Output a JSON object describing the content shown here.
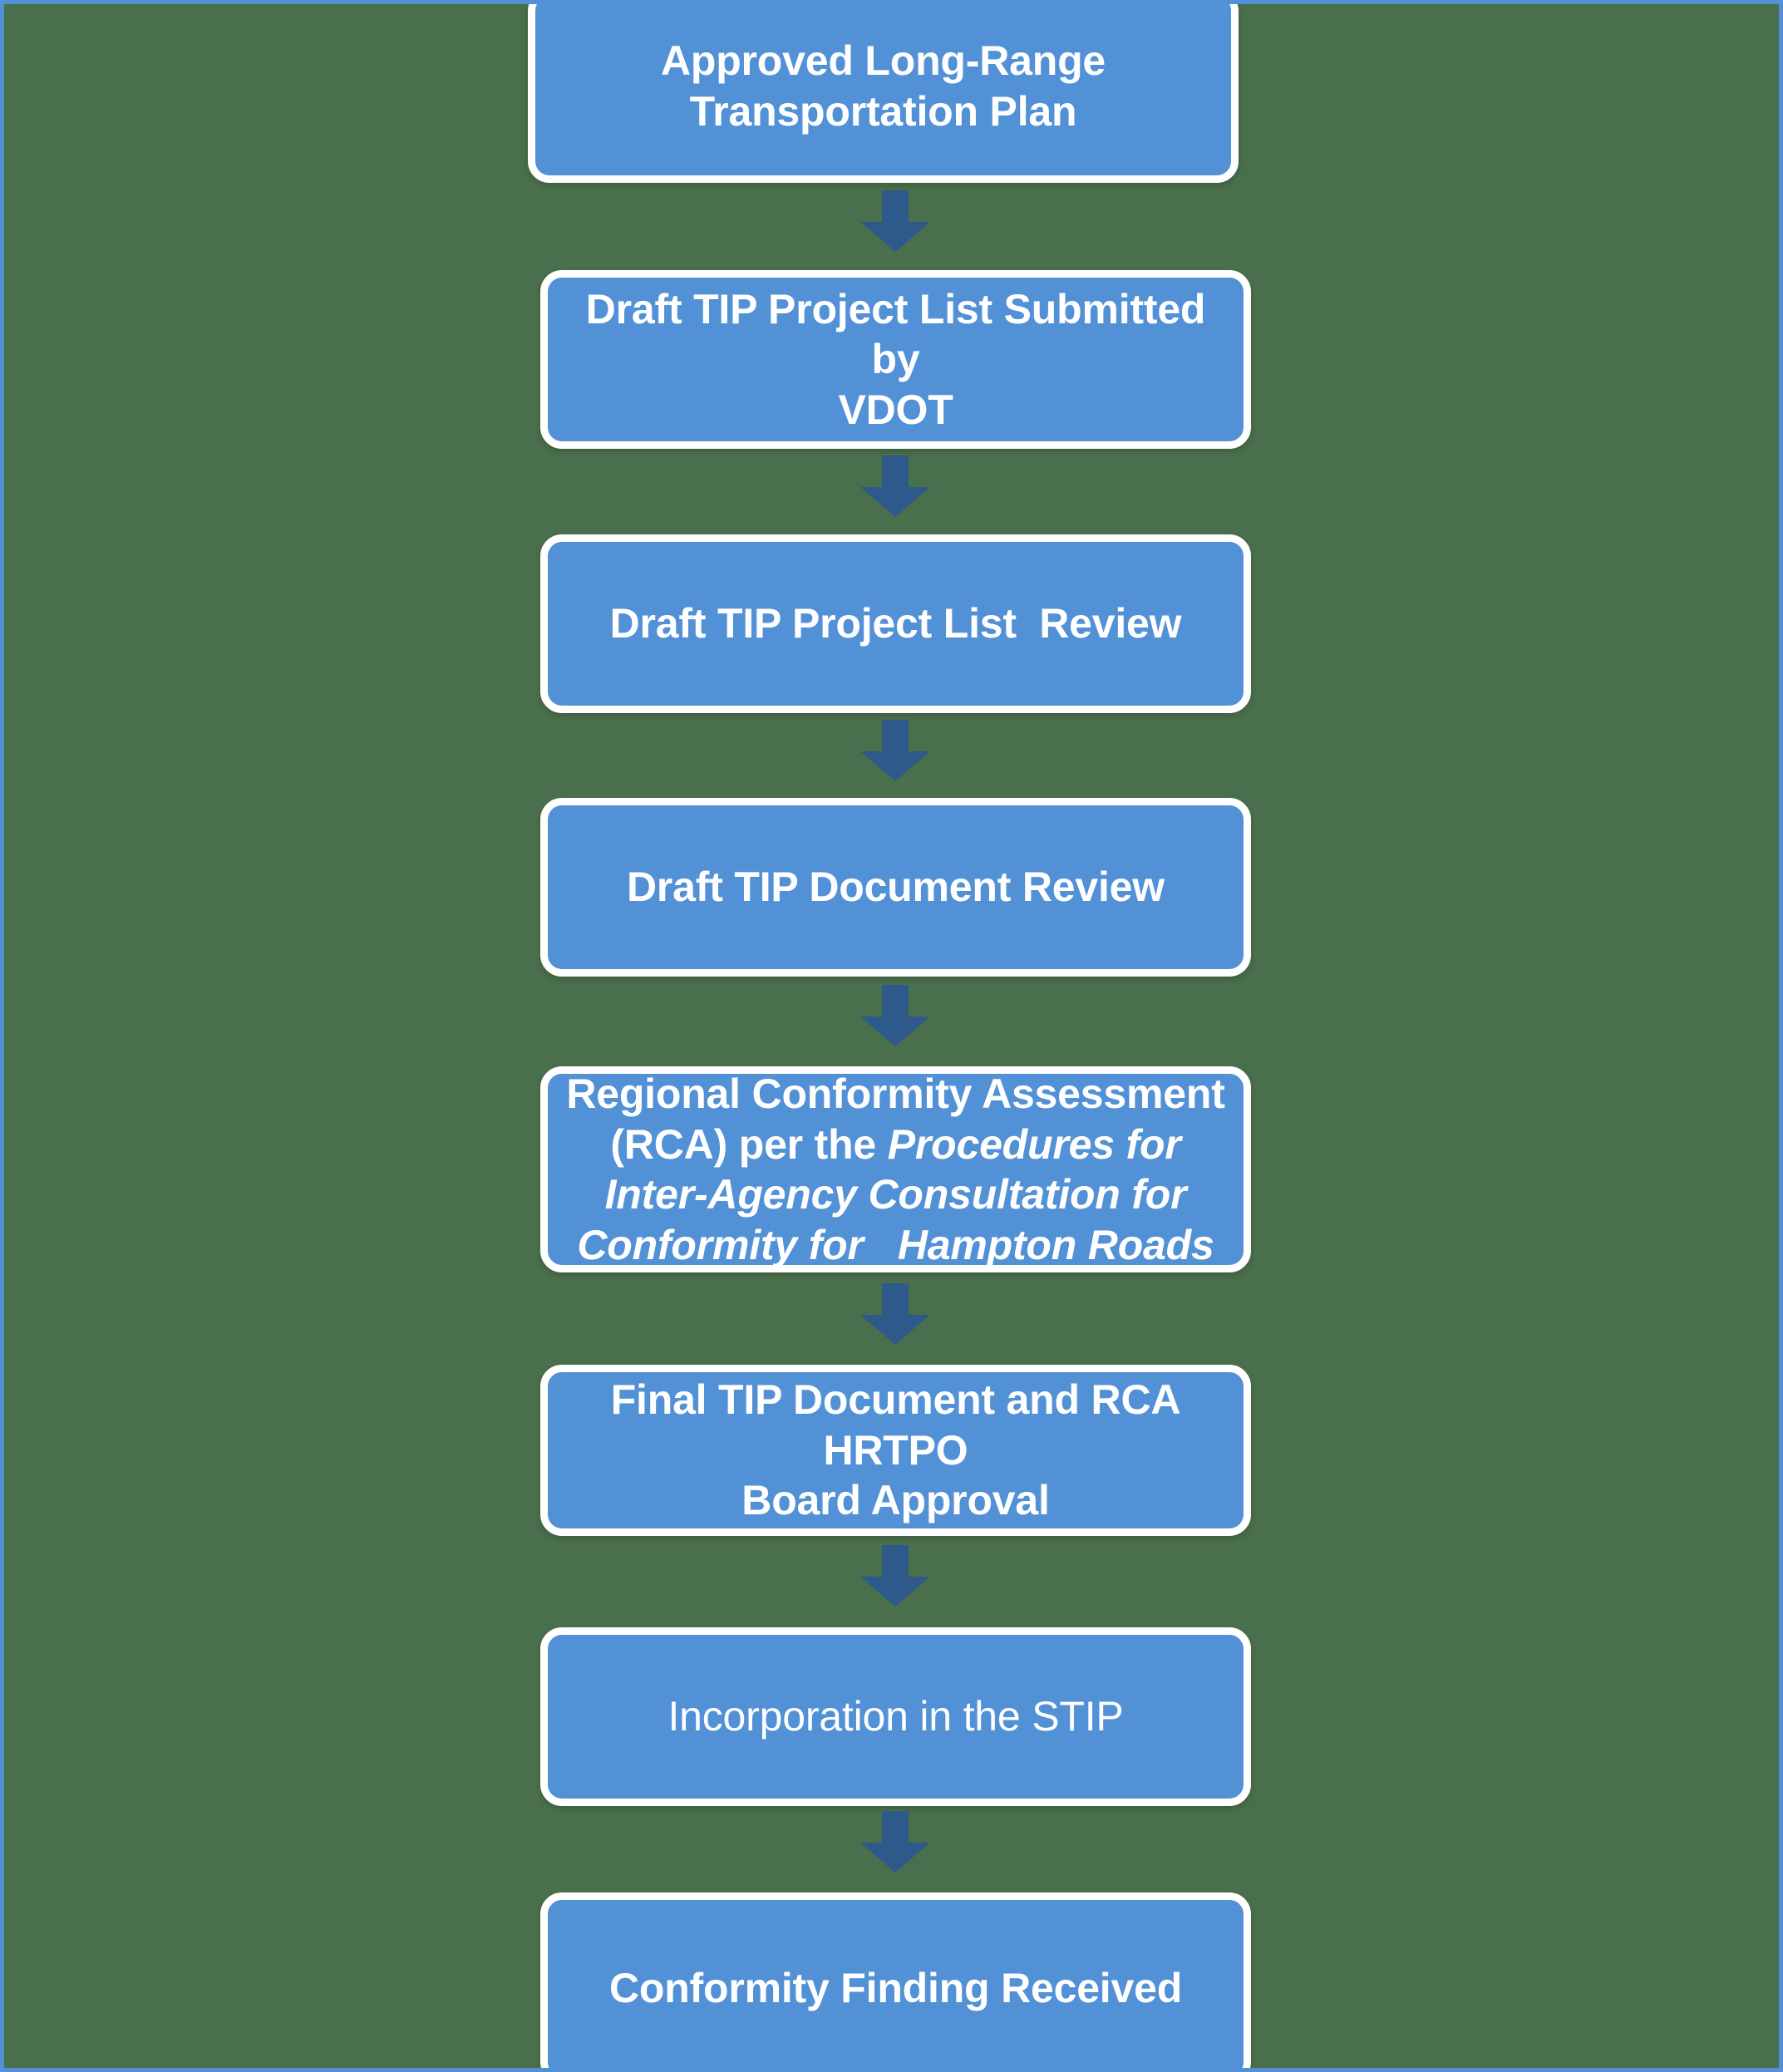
{
  "diagram": {
    "title": "TIP Development and Conformity Process Flowchart",
    "type": "vertical-flowchart",
    "colors": {
      "background": "#4a6f4c",
      "frame_border": "#5291d6",
      "node_fill": "#5291d6",
      "node_border": "#ffffff",
      "node_text": "#ffffff",
      "arrow_fill": "#2e5a8b"
    },
    "nodes": [
      {
        "id": "approved-lrtp",
        "label": "Approved Long-Range Transportation Plan",
        "line1": "Approved Long-Range",
        "line2": "Transportation Plan",
        "bold": true,
        "italic_part": ""
      },
      {
        "id": "draft-tip-project-list-submitted",
        "label": "Draft TIP Project List Submitted by VDOT",
        "line1": "Draft TIP Project List Submitted by",
        "line2": "VDOT",
        "bold": true,
        "italic_part": ""
      },
      {
        "id": "draft-tip-project-list-review",
        "label": "Draft TIP Project List  Review",
        "line1": "Draft TIP Project List  Review",
        "line2": "",
        "bold": true,
        "italic_part": ""
      },
      {
        "id": "draft-tip-document-review",
        "label": "Draft TIP Document Review",
        "line1": "Draft TIP Document Review",
        "line2": "",
        "bold": true,
        "italic_part": ""
      },
      {
        "id": "regional-conformity-assessment",
        "label": "Regional Conformity Assessment (RCA) per the Procedures for Inter-Agency Consultation for Conformity for   Hampton Roads",
        "plain_part": "Regional Conformity Assessment (RCA) per the ",
        "italic_part": "Procedures for Inter-Agency Consultation for Conformity for   Hampton Roads",
        "bold": true
      },
      {
        "id": "final-tip-document-rca-approval",
        "label": "Final TIP Document and RCA HRTPO Board Approval",
        "line1": "Final TIP Document and RCA HRTPO",
        "line2": "Board Approval",
        "bold": true,
        "italic_part": ""
      },
      {
        "id": "incorporation-in-stip",
        "label": "Incorporation in the STIP",
        "line1": "Incorporation in the STIP",
        "line2": "",
        "bold": false,
        "italic_part": ""
      },
      {
        "id": "conformity-finding-received",
        "label": "Conformity Finding Received",
        "line1": "Conformity Finding Received",
        "line2": "",
        "bold": true,
        "italic_part": ""
      }
    ],
    "connectors": [
      {
        "id": "arrow-1",
        "from": "approved-lrtp",
        "to": "draft-tip-project-list-submitted",
        "shape": "down-arrow"
      },
      {
        "id": "arrow-2",
        "from": "draft-tip-project-list-submitted",
        "to": "draft-tip-project-list-review",
        "shape": "down-arrow"
      },
      {
        "id": "arrow-3",
        "from": "draft-tip-project-list-review",
        "to": "draft-tip-document-review",
        "shape": "down-arrow"
      },
      {
        "id": "arrow-4",
        "from": "draft-tip-document-review",
        "to": "regional-conformity-assessment",
        "shape": "down-arrow"
      },
      {
        "id": "arrow-5",
        "from": "regional-conformity-assessment",
        "to": "final-tip-document-rca-approval",
        "shape": "down-arrow"
      },
      {
        "id": "arrow-6",
        "from": "final-tip-document-rca-approval",
        "to": "incorporation-in-stip",
        "shape": "down-arrow"
      },
      {
        "id": "arrow-7",
        "from": "incorporation-in-stip",
        "to": "conformity-finding-received",
        "shape": "down-arrow"
      }
    ]
  }
}
